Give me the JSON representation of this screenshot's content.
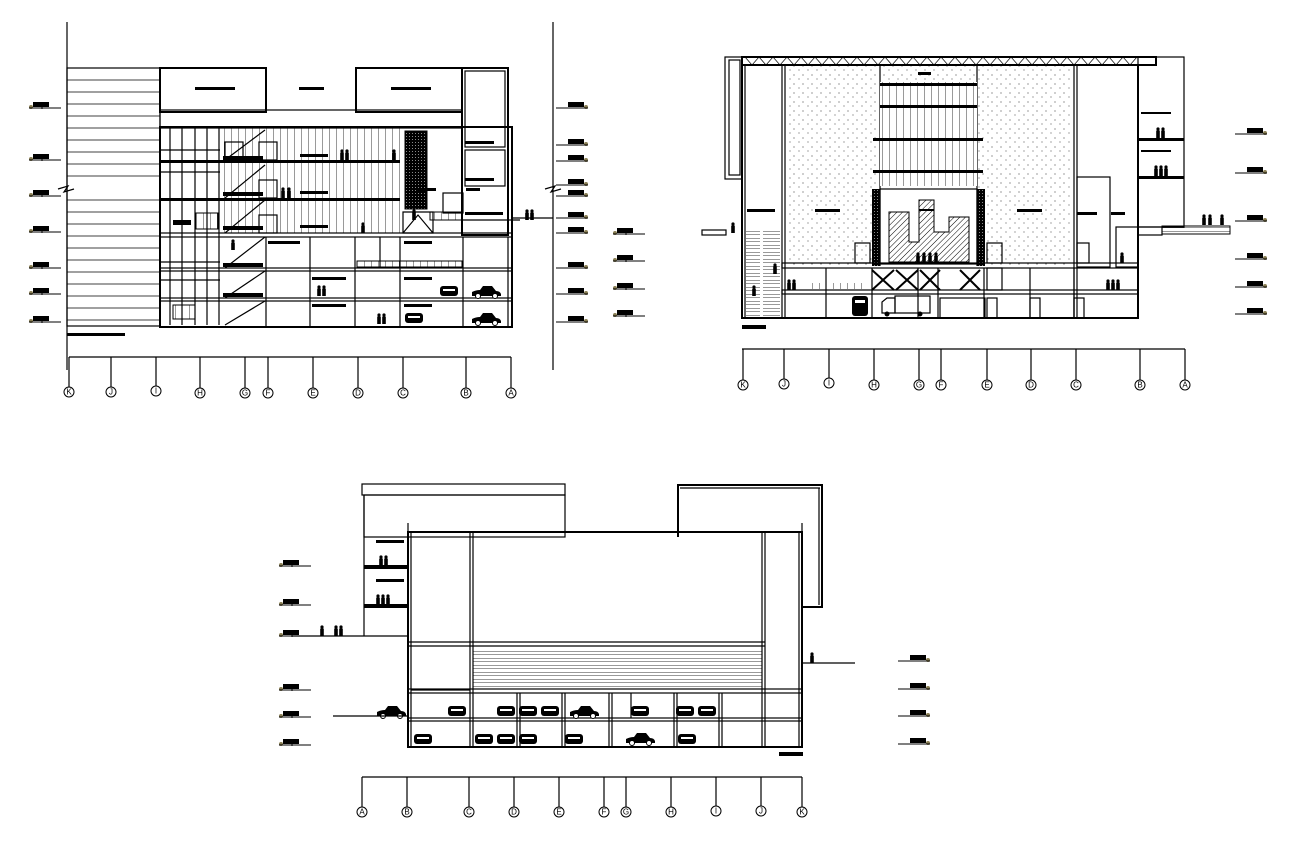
{
  "drawing": {
    "type": "architectural-sections",
    "background": "#ffffff",
    "line_color": "#000000",
    "level_marker_accent": "#8a7f55"
  },
  "sections": [
    {
      "id": "section-1",
      "position": "top-left",
      "grid_axes": [
        "K",
        "J",
        "I",
        "H",
        "G",
        "F",
        "E",
        "D",
        "C",
        "B",
        "A"
      ],
      "grid_x": [
        69,
        111,
        156,
        200,
        245,
        268,
        313,
        358,
        403,
        466,
        511
      ],
      "level_markers_left_y": [
        108,
        160,
        193,
        232,
        268,
        294,
        321
      ],
      "level_markers_right_y": [
        108,
        140,
        157,
        183,
        215,
        230,
        267,
        294,
        321
      ],
      "level_markers_right2_y": [
        233,
        261,
        290,
        316
      ]
    },
    {
      "id": "section-2",
      "position": "top-right",
      "grid_axes": [
        "K",
        "J",
        "I",
        "H",
        "G",
        "F",
        "E",
        "D",
        "C",
        "B",
        "A"
      ],
      "grid_x": [
        743,
        784,
        829,
        874,
        919,
        941,
        987,
        1031,
        1076,
        1140,
        1185
      ],
      "level_markers_right_y": [
        134,
        173,
        220,
        259,
        287,
        314
      ]
    },
    {
      "id": "section-3",
      "position": "bottom-center",
      "grid_axes": [
        "A",
        "B",
        "C",
        "D",
        "E",
        "F",
        "G",
        "H",
        "I",
        "J",
        "K"
      ],
      "grid_x": [
        362,
        407,
        469,
        514,
        559,
        604,
        626,
        671,
        716,
        761,
        802
      ],
      "level_markers_left_y": [
        566,
        605,
        634,
        689,
        716,
        744
      ],
      "level_markers_right_y": [
        661,
        689,
        716,
        744
      ]
    }
  ]
}
